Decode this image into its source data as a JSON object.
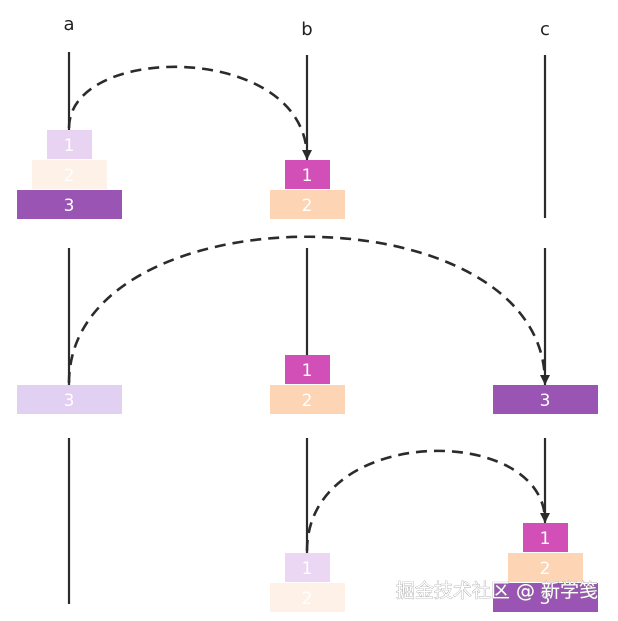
{
  "pegs": [
    {
      "label": "a"
    },
    {
      "label": "b"
    },
    {
      "label": "c"
    }
  ],
  "disks": [
    {
      "label": "1",
      "color": "#e8d3f2"
    },
    {
      "label": "2",
      "color": "#fdf1e8"
    },
    {
      "label": "3",
      "color": "#9a55b4"
    },
    {
      "label": "1",
      "color": "#d14fb7"
    },
    {
      "label": "2",
      "color": "#fdd5b4"
    },
    {
      "label": "3",
      "color": "#e2d0f3"
    },
    {
      "label": "1",
      "color": "#d14fb7"
    },
    {
      "label": "2",
      "color": "#fdd5b4"
    },
    {
      "label": "3",
      "color": "#9a55b4"
    },
    {
      "label": "1",
      "color": "#ebd6f4"
    },
    {
      "label": "2",
      "color": "#fdf1e8"
    },
    {
      "label": "1",
      "color": "#d14fb7"
    },
    {
      "label": "2",
      "color": "#fdd5b4"
    },
    {
      "label": "3",
      "color": "#9a55b4"
    }
  ],
  "colors": {
    "line": "#2b2b2b",
    "arrow": "#2b2b2b",
    "background": "#ffffff"
  },
  "watermark": "掘金技术社区 @ 新学笺"
}
